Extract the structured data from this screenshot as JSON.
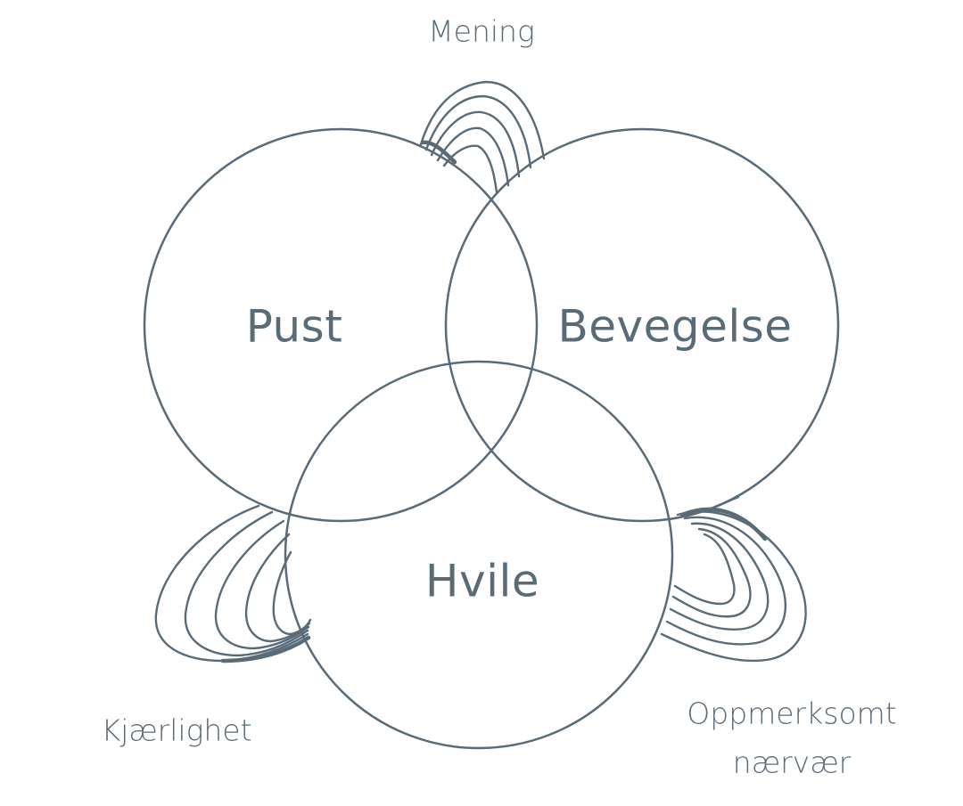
{
  "circles": {
    "left": "Pust",
    "right": "Bevegelse",
    "bottom": "Hvile"
  },
  "petals": {
    "top": "Mening",
    "bottom_left": "Kjærlighet",
    "bottom_right_line1": "Oppmerksomt",
    "bottom_right_line2": "nærvær"
  },
  "colors": {
    "stroke": "#5a6b78",
    "background": "#ffffff"
  }
}
